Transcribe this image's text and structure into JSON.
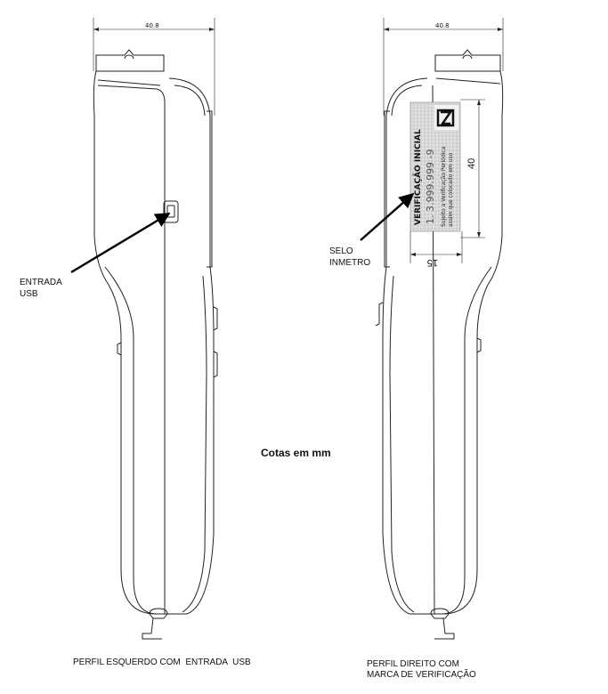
{
  "left_view": {
    "width_dim": "40.8",
    "callout": "ENTRADA\nUSB",
    "caption": "PERFIL ESQUERDO COM  ENTRADA  USB"
  },
  "right_view": {
    "width_dim": "40.8",
    "callout": "SELO\nINMETRO",
    "caption": "PERFIL DIREITO COM\nMARCA DE VERIFICAÇÃO",
    "seal": {
      "title": "VERIFICAÇÃO INICIAL",
      "number": "1. 3.999.999 -9",
      "line1": "Sujeito a Verificação Periódica",
      "line2": "assim que colocado em uso",
      "height_dim": "40",
      "width_dim": "15"
    }
  },
  "units_note": "Cotas em mm"
}
